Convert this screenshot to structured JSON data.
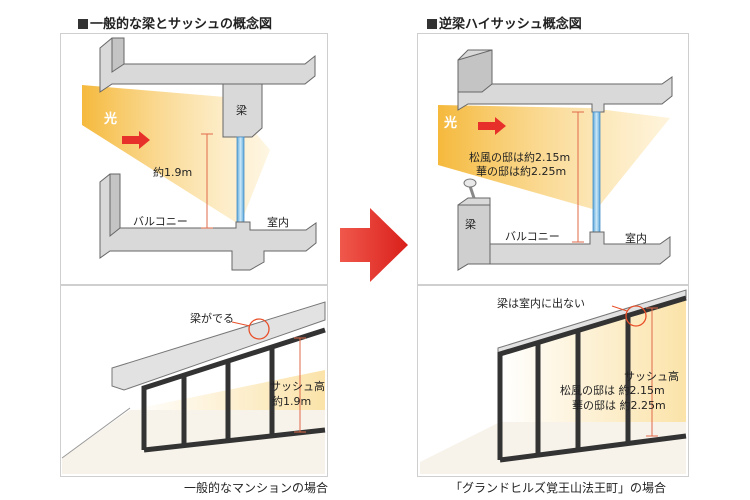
{
  "left": {
    "title": "一般的な梁とサッシュの概念図",
    "light": "光",
    "beam": "梁",
    "height": "約1.9m",
    "balcony": "バルコニー",
    "indoor": "室内",
    "beam_shows": "梁がでる",
    "sash_height": "サッシュ高",
    "sash_value": "約1.9m",
    "caption": "一般的なマンションの場合"
  },
  "right": {
    "title": "逆梁ハイサッシュ概念図",
    "light": "光",
    "beam": "梁",
    "height_line1": "松風の邸は約2.15m",
    "height_line2": "華の邸は約2.25m",
    "balcony": "バルコニー",
    "indoor": "室内",
    "beam_hidden": "梁は室内に出ない",
    "sash_height": "サッシュ高",
    "sash_line1": "松風の邸は 約2.15m",
    "sash_line2": "華の邸は 約2.25m",
    "caption": "「グランドヒルズ覚王山法王町」の場合"
  },
  "colors": {
    "light_beam": "#f5b93c",
    "arrow_red": "#e8302a",
    "glass_blue": "#8ec6ea",
    "concrete": "#d6d6d6"
  }
}
